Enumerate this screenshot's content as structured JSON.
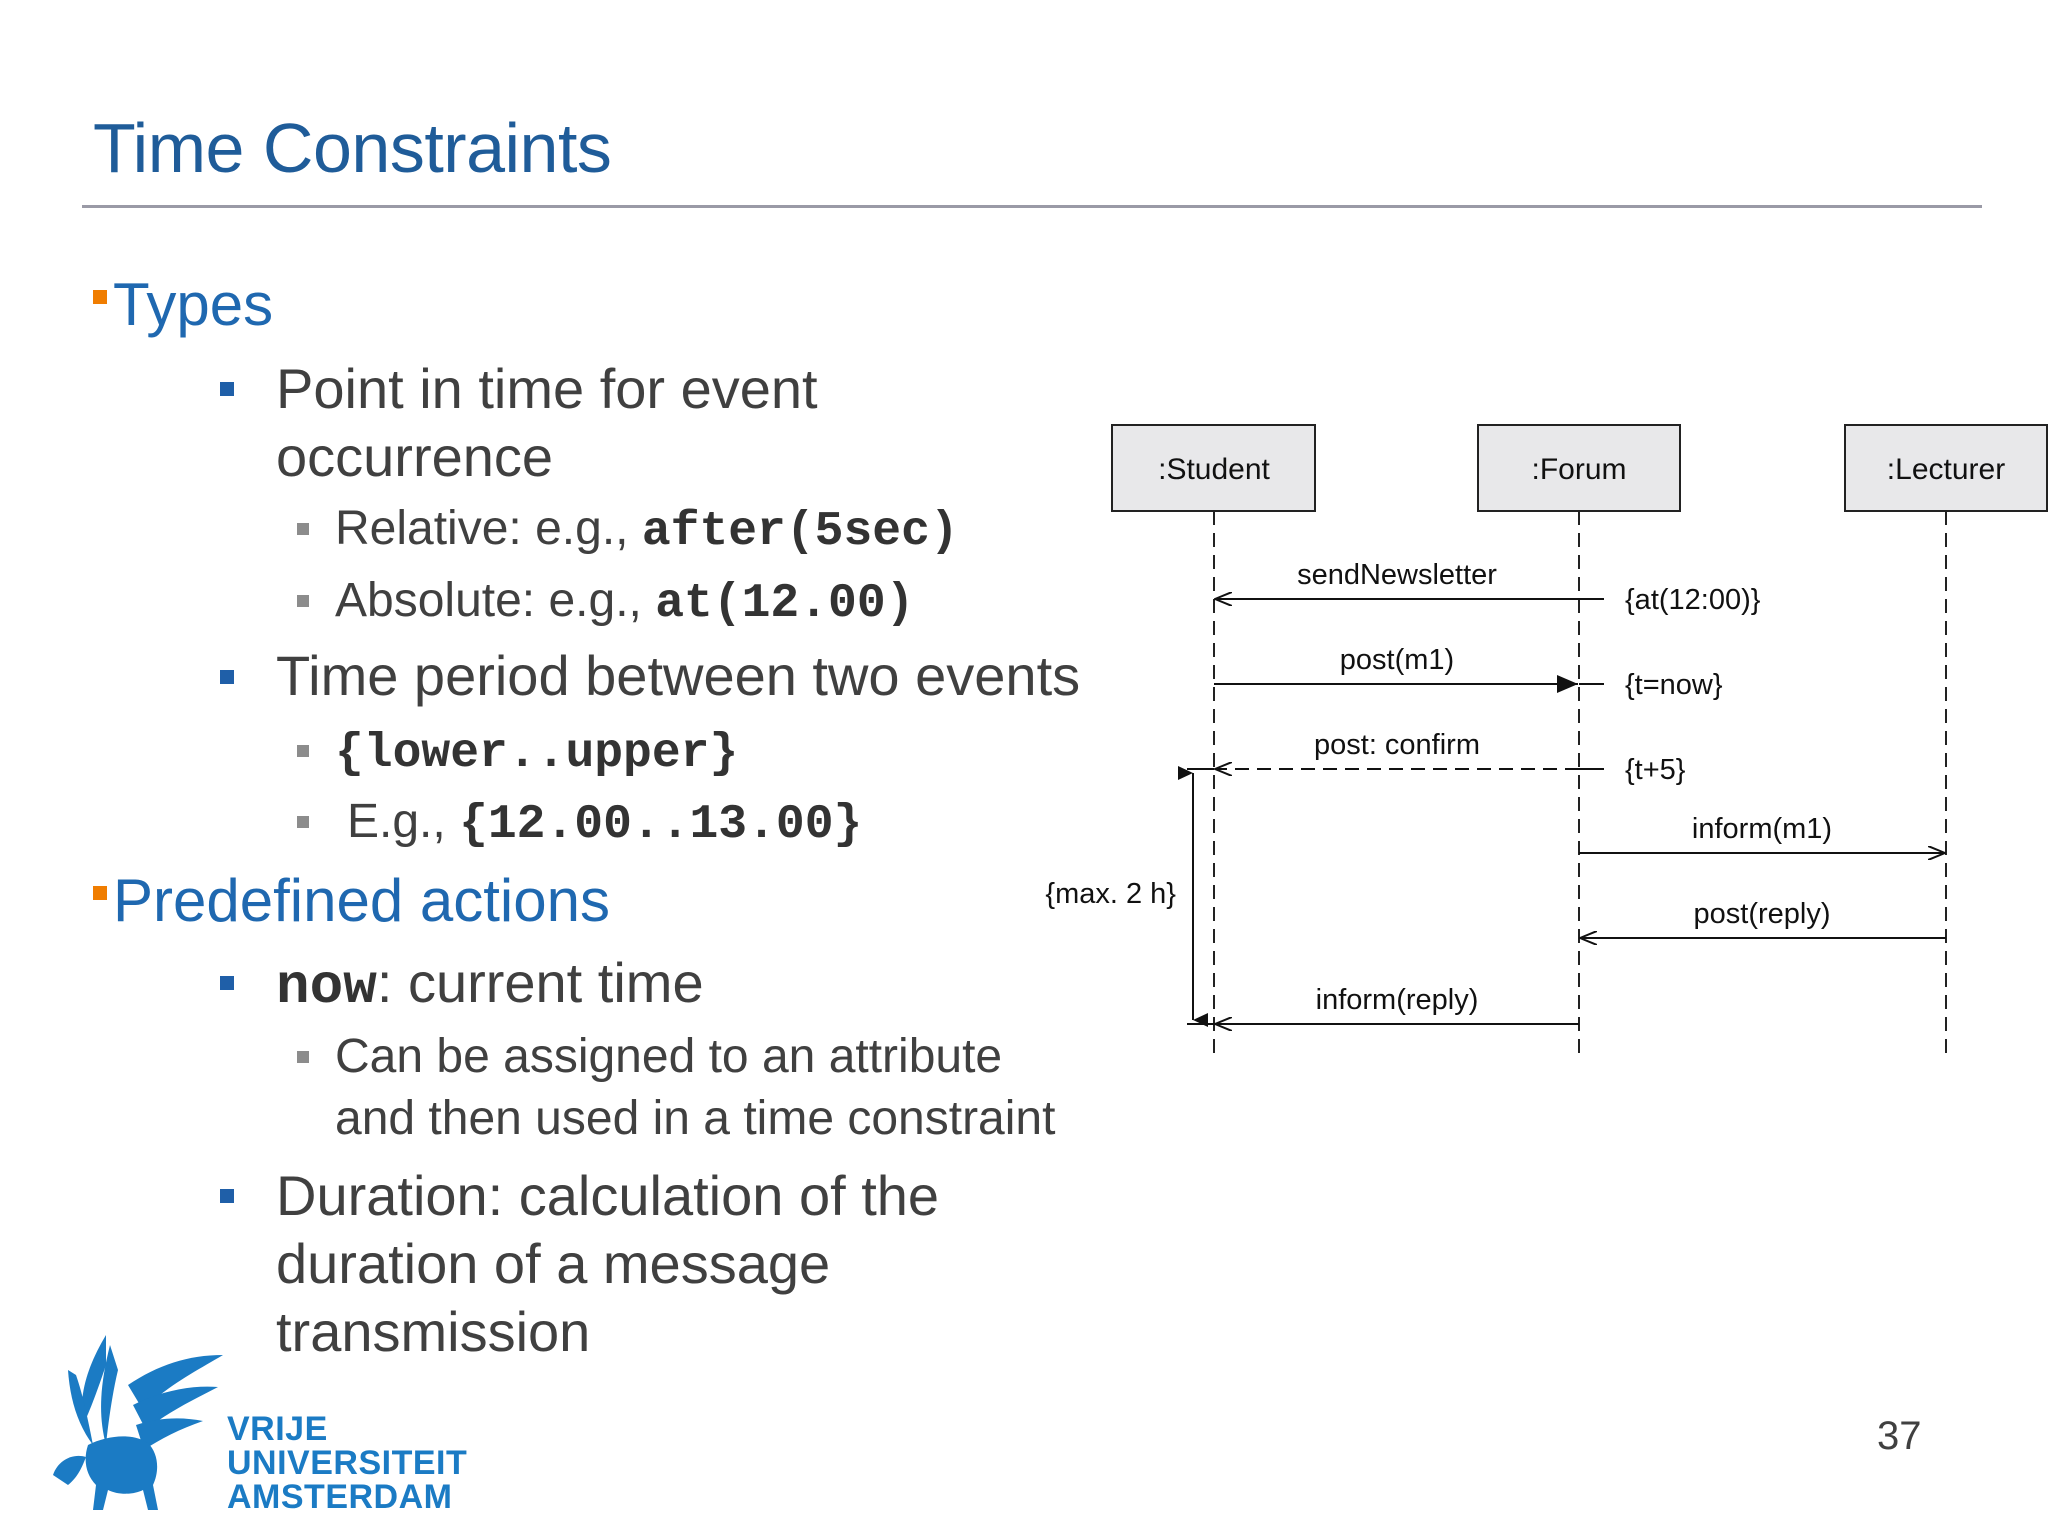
{
  "slide": {
    "title": "Time Constraints",
    "page_number": "37"
  },
  "content": {
    "types_heading": "Types",
    "point_in_time": {
      "line1": "Point in time for event",
      "line2": "occurrence",
      "relative_prefix": "Relative: e.g., ",
      "relative_code": "after(5sec)",
      "absolute_prefix": "Absolute: e.g., ",
      "absolute_code": "at(12.00)"
    },
    "time_period": {
      "label": "Time period between two events",
      "range_code": "{lower..upper}",
      "example_prefix": "E.g., ",
      "example_code": "{12.00..13.00}"
    },
    "predefined_heading": "Predefined actions",
    "now": {
      "code": "now",
      "text": ": current time",
      "sub_line1": "Can be assigned to an attribute",
      "sub_line2": "and then used in a time constraint"
    },
    "duration": {
      "line1": "Duration: calculation of the",
      "line2": "duration of a message",
      "line3": "transmission"
    }
  },
  "diagram": {
    "lifelines": [
      ":Student",
      ":Forum",
      ":Lecturer"
    ],
    "messages": {
      "m1": "sendNewsletter",
      "m2": "post(m1)",
      "m3": "post: confirm",
      "m4": "inform(m1)",
      "m5": "post(reply)",
      "m6": "inform(reply)"
    },
    "constraints": {
      "c1": "{at(12:00)}",
      "c2": "{t=now}",
      "c3": "{t+5}",
      "duration": "{max. 2 h}"
    }
  },
  "logo": {
    "line1": "VRIJE",
    "line2": "UNIVERSITEIT",
    "line3": "AMSTERDAM"
  },
  "colors": {
    "title": "#1f5c99",
    "heading": "#1f68b0",
    "orange_bullet": "#f07d00",
    "blue_bullet": "#1f5fa8",
    "logo": "#1b7bc4"
  }
}
